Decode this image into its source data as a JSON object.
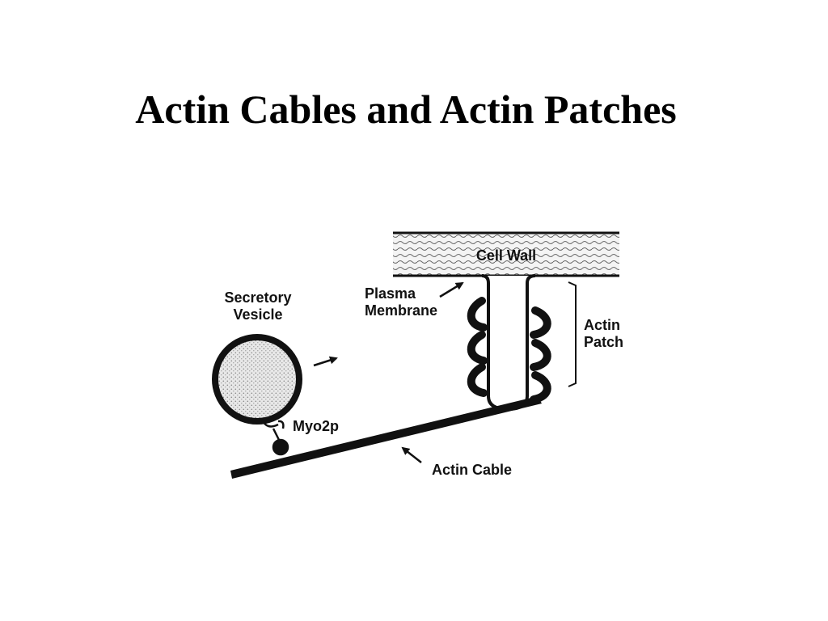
{
  "slide": {
    "title": "Actin Cables and Actin Patches"
  },
  "diagram": {
    "labels": {
      "cell_wall": "Cell Wall",
      "plasma_membrane_line1": "Plasma",
      "plasma_membrane_line2": "Membrane",
      "secretory_vesicle_line1": "Secretory",
      "secretory_vesicle_line2": "Vesicle",
      "actin_patch_line1": "Actin",
      "actin_patch_line2": "Patch",
      "myo2p": "Myo2p",
      "actin_cable": "Actin Cable"
    },
    "colors": {
      "ink": "#111111",
      "paper": "#ffffff",
      "stipple": "#c8c8c8"
    }
  }
}
